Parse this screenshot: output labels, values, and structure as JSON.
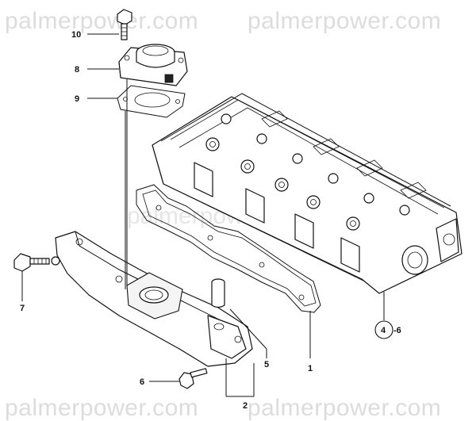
{
  "watermark": {
    "top_left": "palmerpower.com",
    "top_right": "palmerpower.com",
    "center": "palmerpower.com",
    "bottom_left": "palmerpower.com",
    "bottom_right": "palmerpower.com"
  },
  "callouts": {
    "c10": "10",
    "c8": "8",
    "c9": "9",
    "c7": "7",
    "c6": "6",
    "c5": "5",
    "c1": "1",
    "c2": "2",
    "c4": "4",
    "c4_range": "-6"
  }
}
